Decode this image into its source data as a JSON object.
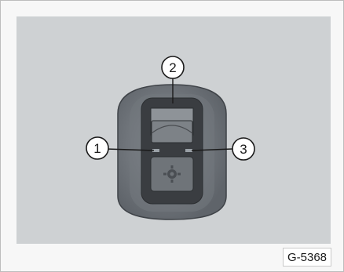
{
  "figure": {
    "callouts": [
      {
        "id": "callout-1",
        "label": "1"
      },
      {
        "id": "callout-2",
        "label": "2"
      },
      {
        "id": "callout-3",
        "label": "3"
      }
    ],
    "code": "G-5368"
  }
}
